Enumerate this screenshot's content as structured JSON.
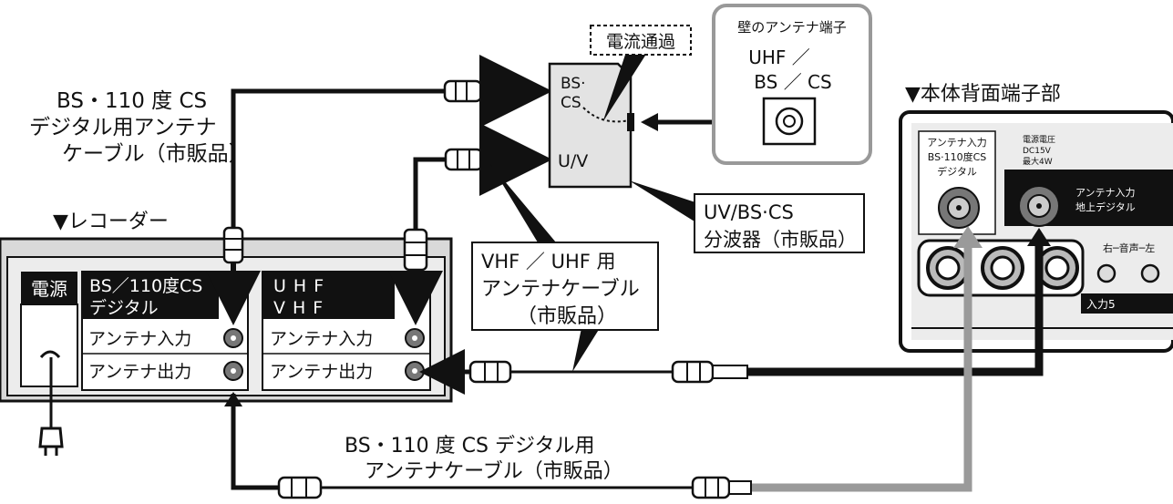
{
  "labels": {
    "current_pass": "電流通過",
    "wall_terminal_title": "壁のアンテナ端子",
    "wall_uhf": "UHF ／",
    "wall_bs_cs": "BS ／ CS",
    "rear_panel_title": "▼本体背面端子部",
    "bs_cable_top_1": "BS・110 度 CS",
    "bs_cable_top_2": "デジタル用アンテナ",
    "bs_cable_top_3": "ケーブル（市販品）",
    "splitter_bs_cs_1": "BS·",
    "splitter_bs_cs_2": "CS",
    "splitter_uv": "U/V",
    "splitter_callout_1": "UV/BS·CS",
    "splitter_callout_2": "分波器（市販品）",
    "recorder_title": "▼レコーダー",
    "vhf_callout_1": "VHF ／ UHF 用",
    "vhf_callout_2": "アンテナケーブル",
    "vhf_callout_3": "（市販品）",
    "bs_cable_bottom_1": "BS・110 度 CS デジタル用",
    "bs_cable_bottom_2": "アンテナケーブル（市販品）"
  },
  "recorder": {
    "power": "電源",
    "bs_header_1": "BS／110度CS",
    "bs_header_2": "デジタル",
    "uv_header_1": "UHF",
    "uv_header_2": "VHF",
    "antenna_in": "アンテナ入力",
    "antenna_out": "アンテナ出力"
  },
  "rear_panel": {
    "bs_input_1": "アンテナ入力",
    "bs_input_2": "BS·110度CS",
    "bs_input_3": "デジタル",
    "power_1": "電源電圧",
    "power_2": "DC15V",
    "power_3": "最大4W",
    "terrestrial_1": "アンテナ入力",
    "terrestrial_2": "地上デジタル",
    "audio_r": "右─音声─左",
    "input5": "入力5"
  },
  "colors": {
    "line_black": "#111111",
    "line_gray": "#9a9a9a",
    "device_gray": "#d4d4d4",
    "device_light": "#ededed"
  }
}
